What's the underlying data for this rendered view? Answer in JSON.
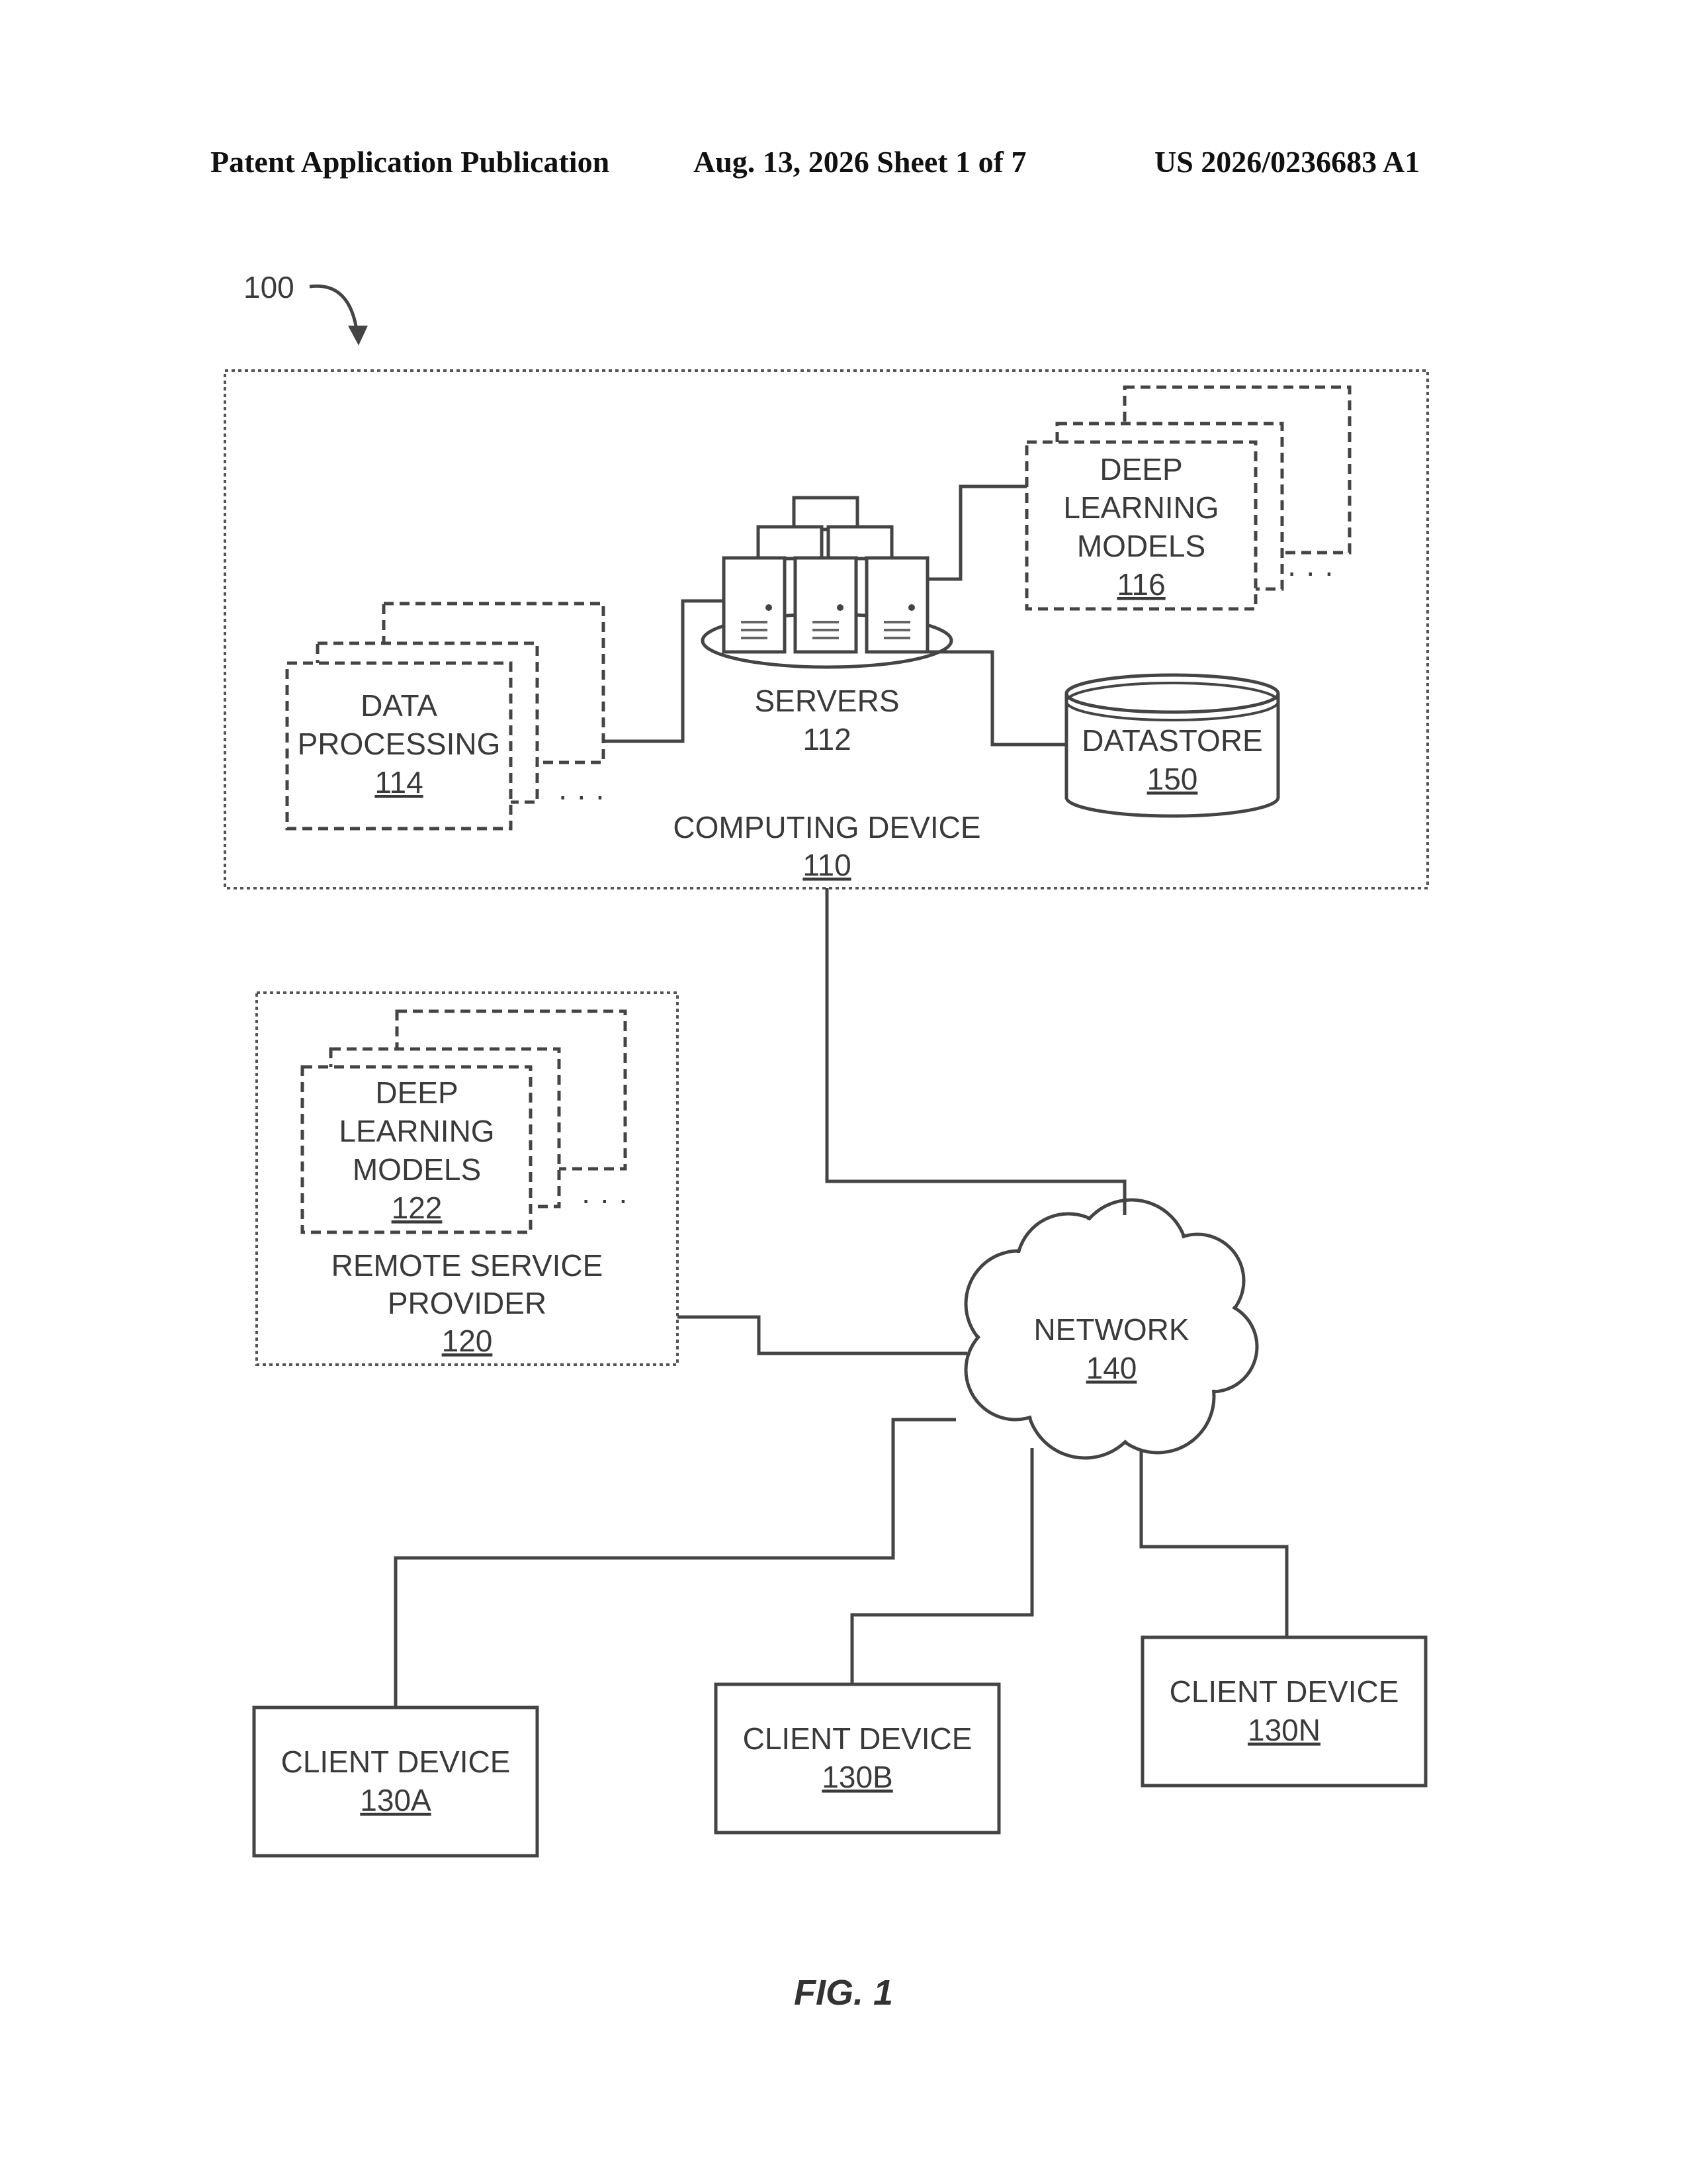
{
  "header": {
    "left": "Patent Application Publication",
    "middle": "Aug. 13, 2026  Sheet 1 of 7",
    "right": "US 2026/0236683 A1"
  },
  "figure_ref": "100",
  "nodes": {
    "computing_device": {
      "label": "COMPUTING DEVICE",
      "ref": "110"
    },
    "servers": {
      "label": "SERVERS",
      "ref": "112"
    },
    "data_processing": {
      "label_1": "DATA",
      "label_2": "PROCESSING",
      "ref": "114"
    },
    "deep_learning_116": {
      "label_1": "DEEP",
      "label_2": "LEARNING",
      "label_3": "MODELS",
      "ref": "116"
    },
    "datastore": {
      "label": "DATASTORE",
      "ref": "150"
    },
    "remote_service_provider": {
      "label_1": "REMOTE SERVICE",
      "label_2": "PROVIDER",
      "ref": "120"
    },
    "deep_learning_122": {
      "label_1": "DEEP",
      "label_2": "LEARNING",
      "label_3": "MODELS",
      "ref": "122"
    },
    "network": {
      "label": "NETWORK",
      "ref": "140"
    },
    "client_a": {
      "label": "CLIENT DEVICE",
      "ref": "130A"
    },
    "client_b": {
      "label": "CLIENT DEVICE",
      "ref": "130B"
    },
    "client_n": {
      "label": "CLIENT DEVICE",
      "ref": "130N"
    }
  },
  "caption": "FIG. 1"
}
